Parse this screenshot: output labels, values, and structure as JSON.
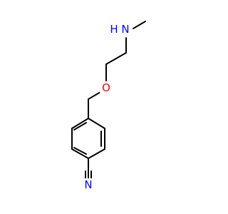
{
  "molecule": {
    "atoms": {
      "amine_n": {
        "element": "N",
        "hydrogen": "H"
      },
      "ether_o": {
        "element": "O"
      },
      "nitrile_n": {
        "element": "N"
      }
    },
    "colors": {
      "bond": "#000000",
      "nitrogen": "#0000FF",
      "oxygen": "#FF0000"
    }
  }
}
